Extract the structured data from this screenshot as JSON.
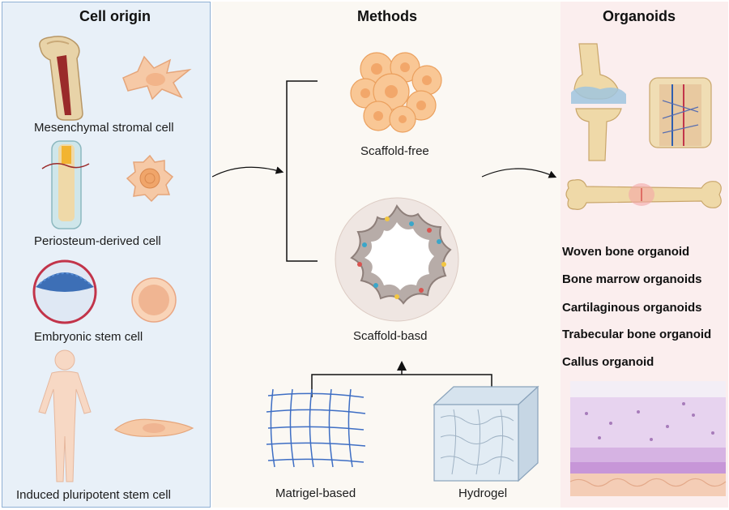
{
  "panels": {
    "cell_origin": {
      "title": "Cell origin",
      "cells": [
        {
          "label": "Mesenchymal stromal cell"
        },
        {
          "label": "Periosteum-derived cell"
        },
        {
          "label": "Embryonic stem cell"
        },
        {
          "label": "Induced  pluripotent stem cell"
        }
      ]
    },
    "methods": {
      "title": "Methods",
      "scaffold_free": "Scaffold-free",
      "scaffold_based": "Scaffold-basd",
      "matrigel": "Matrigel-based",
      "hydrogel": "Hydrogel"
    },
    "organoids": {
      "title": "Organoids",
      "items": [
        "Woven bone organoid",
        "Bone marrow organoids",
        "Cartilaginous organoids",
        "Trabecular bone organoid",
        "Callus organoid"
      ]
    }
  },
  "colors": {
    "left_panel_bg": "#e8f0f8",
    "left_panel_border": "#8fb0d4",
    "middle_panel_bg": "#fbf8f3",
    "right_panel_bg": "#fbeeee"
  }
}
